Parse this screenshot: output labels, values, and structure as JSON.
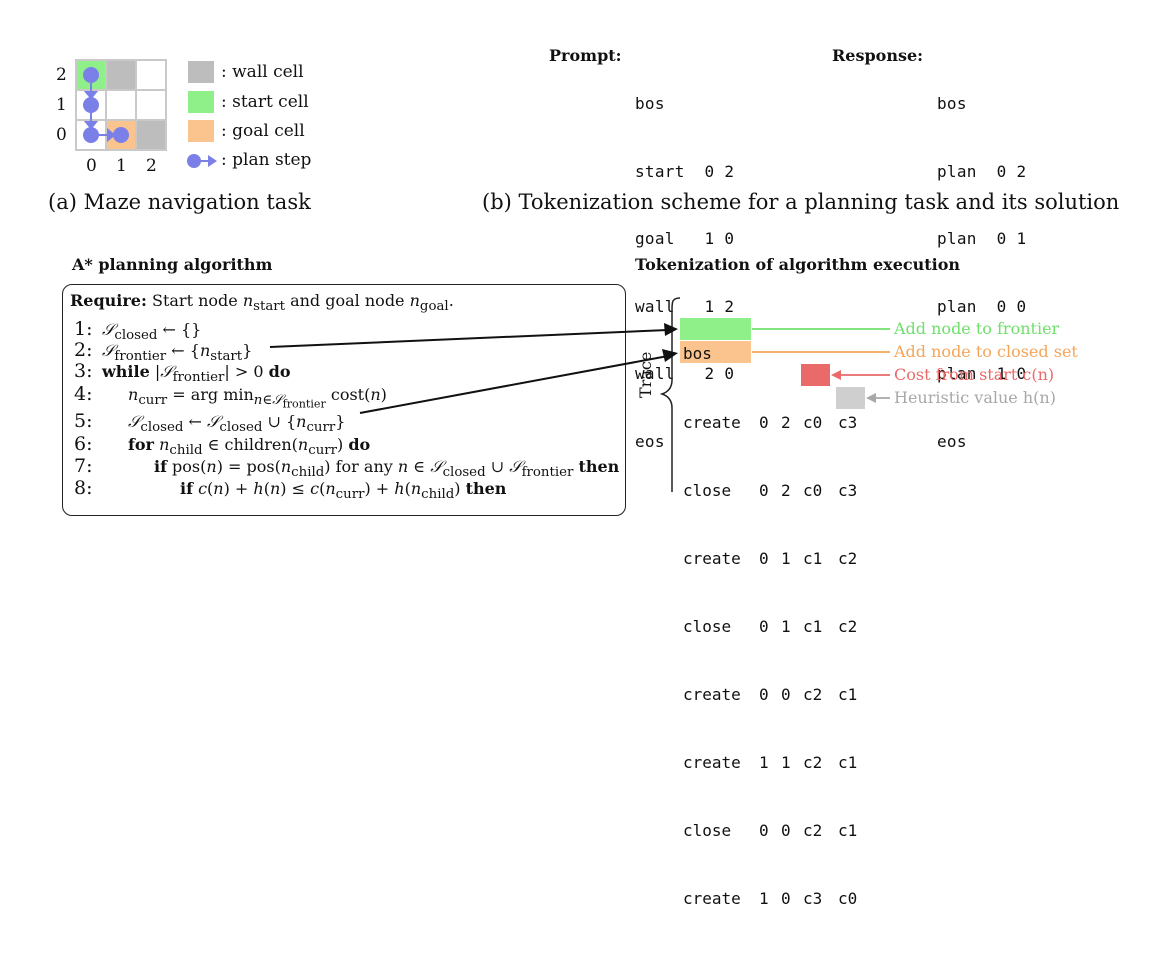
{
  "maze": {
    "y_labels": [
      "2",
      "1",
      "0"
    ],
    "x_labels": [
      "0",
      "1",
      "2"
    ],
    "legend": [
      {
        "label": ": wall cell",
        "color": "#bdbdbd"
      },
      {
        "label": ": start cell",
        "color": "#8ff08a"
      },
      {
        "label": ": goal cell",
        "color": "#fbc48f"
      },
      {
        "label": ": plan step",
        "color": "#7b7fe8"
      }
    ],
    "caption": "(a)  Maze navigation task"
  },
  "tokenization": {
    "prompt_label": "Prompt:",
    "prompt_tokens": [
      "bos",
      "start  0 2",
      "goal   1 0",
      "wall   1 2",
      "wall   2 0",
      "eos"
    ],
    "response_label": "Response:",
    "response_tokens": [
      "bos",
      "plan  0 2",
      "plan  0 1",
      "plan  0 0",
      "plan  1 0",
      "eos"
    ],
    "caption": "(b)  Tokenization scheme for a planning task and its solution"
  },
  "algorithm": {
    "heading": "A* planning algorithm",
    "require": "Require:",
    "require_text": "Start node n",
    "lines": [
      {
        "num": "1:",
        "text": "S_closed ← {}"
      },
      {
        "num": "2:",
        "text": "S_frontier ← {n_start}"
      },
      {
        "num": "3:",
        "kw": "while",
        "text": "|S_frontier| > 0",
        "kw2": "do"
      },
      {
        "num": "4:",
        "text": "n_curr = arg min cost(n)"
      },
      {
        "num": "5:",
        "text": "S_closed ← S_closed ∪ {n_curr}"
      },
      {
        "num": "6:",
        "kw": "for",
        "text": "n_child ∈ children(n_curr)",
        "kw2": "do"
      },
      {
        "num": "7:",
        "kw": "if",
        "text": "pos(n) = pos(n_child) for any n ∈ S_closed ∪ S_frontier",
        "kw2": "then"
      },
      {
        "num": "8:",
        "kw": "if",
        "text": "c(n) + h(n) ≤ c(n_curr) + h(n_child)",
        "kw2": "then"
      }
    ]
  },
  "execution": {
    "heading": "Tokenization of algorithm execution",
    "trace_label": "Trace",
    "rows": [
      {
        "c0": "bos",
        "c1": "",
        "c2": "",
        "c3": "",
        "c4": ""
      },
      {
        "c0": "create",
        "c1": "0",
        "c2": "2",
        "c3": "c0",
        "c4": "c3"
      },
      {
        "c0": "close",
        "c1": "0",
        "c2": "2",
        "c3": "c0",
        "c4": "c3"
      },
      {
        "c0": "create",
        "c1": "0",
        "c2": "1",
        "c3": "c1",
        "c4": "c2"
      },
      {
        "c0": "close",
        "c1": "0",
        "c2": "1",
        "c3": "c1",
        "c4": "c2"
      },
      {
        "c0": "create",
        "c1": "0",
        "c2": "0",
        "c3": "c2",
        "c4": "c1"
      },
      {
        "c0": "create",
        "c1": "1",
        "c2": "1",
        "c3": "c2",
        "c4": "c1"
      },
      {
        "c0": "close",
        "c1": "0",
        "c2": "0",
        "c3": "c2",
        "c4": "c1"
      },
      {
        "c0": "create",
        "c1": "1",
        "c2": "0",
        "c3": "c3",
        "c4": "c0"
      }
    ],
    "annotations": [
      {
        "text": "Add node to frontier",
        "color": "#6fe06a"
      },
      {
        "text": "Add node to closed set",
        "color": "#f5a55a"
      },
      {
        "text": "Cost from start c(n)",
        "color": "#ea6a6a"
      },
      {
        "text": "Heuristic value h(n)",
        "color": "#a8a8a8"
      }
    ]
  }
}
